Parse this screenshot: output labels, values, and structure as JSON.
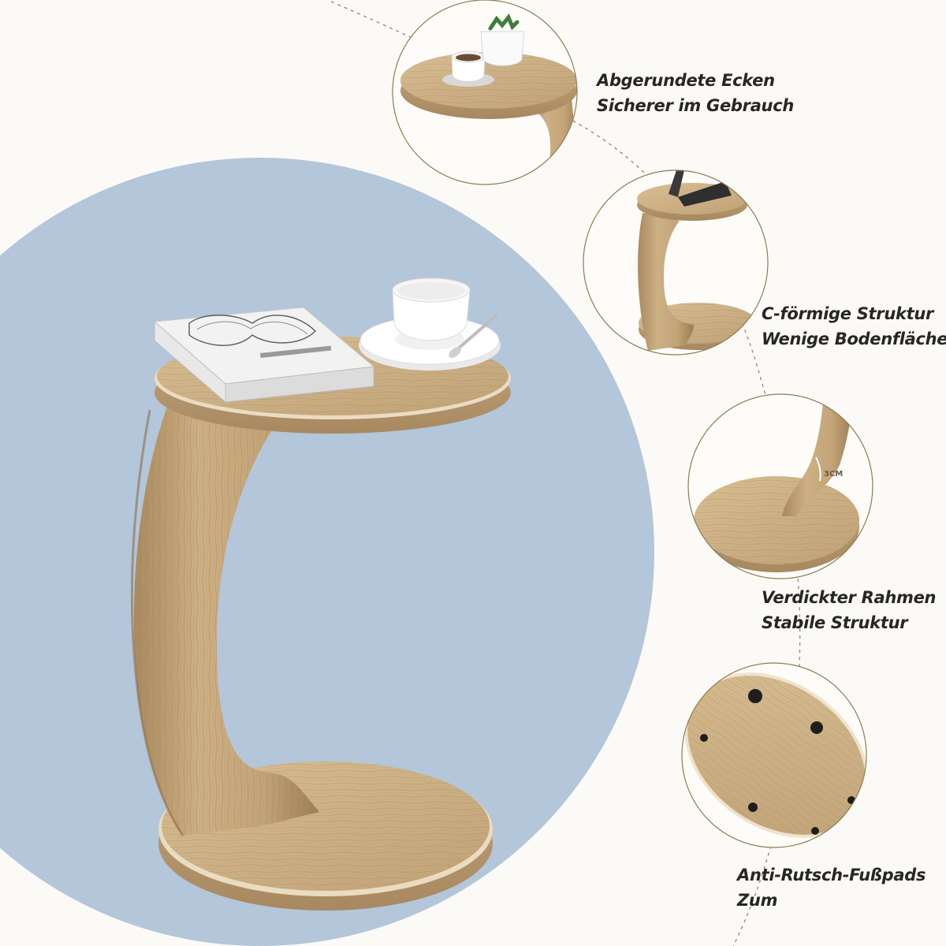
{
  "colors": {
    "background": "#fbfaf6",
    "backdrop_circle": "#b3c6da",
    "wood_light": "#d4b98c",
    "wood_mid": "#bfa074",
    "wood_dark": "#9c7d55",
    "edge_highlight": "#efe3cc",
    "circle_border": "#8b7d55",
    "label_text": "#262626"
  },
  "features": [
    {
      "icon": "rounded-corners-tabletop-icon",
      "line1": "Abgerundete Ecken",
      "line2": "Sicherer im Gebrauch"
    },
    {
      "icon": "c-shaped-frame-icon",
      "line1": "C-förmige Struktur",
      "line2": "Wenige Bodenfläche"
    },
    {
      "icon": "thickened-frame-icon",
      "line1": "Verdickter Rahmen",
      "line2": "Stabile Struktur",
      "dimension": "3CM"
    },
    {
      "icon": "anti-slip-pads-icon",
      "line1": "Anti-Rutsch-Fußpads",
      "line2": "Zum"
    }
  ]
}
